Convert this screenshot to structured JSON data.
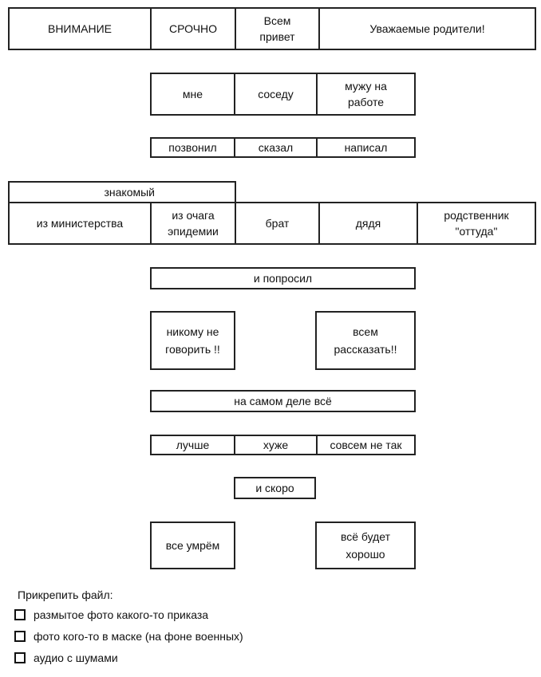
{
  "row1": [
    "ВНИМАНИЕ",
    "СРОЧНО",
    "Всем\nпривет",
    "Уважаемые родители!"
  ],
  "row2": [
    "мне",
    "соседу",
    "мужу на\nработе"
  ],
  "row3": [
    "позвонил",
    "сказал",
    "написал"
  ],
  "acquaintance": "знакомый",
  "row4": [
    "из министерства",
    "из очага\nэпидемии",
    "брат",
    "дядя",
    "родственник\n\"оттуда\""
  ],
  "asked": "и попросил",
  "secret": "никому не\nговорить !!",
  "tell_all": "всем\nрассказать!!",
  "actually": "на самом деле всё",
  "row5": [
    "лучше",
    "хуже",
    "совсем не так"
  ],
  "soon": "и скоро",
  "die": "все умрём",
  "fine": "всё будет\nхорошо",
  "attach": {
    "title": "Прикрепить файл:",
    "items": [
      "размытое фото какого-то приказа",
      "фото кого-то в маске (на фоне военных)",
      "аудио с шумами"
    ]
  }
}
